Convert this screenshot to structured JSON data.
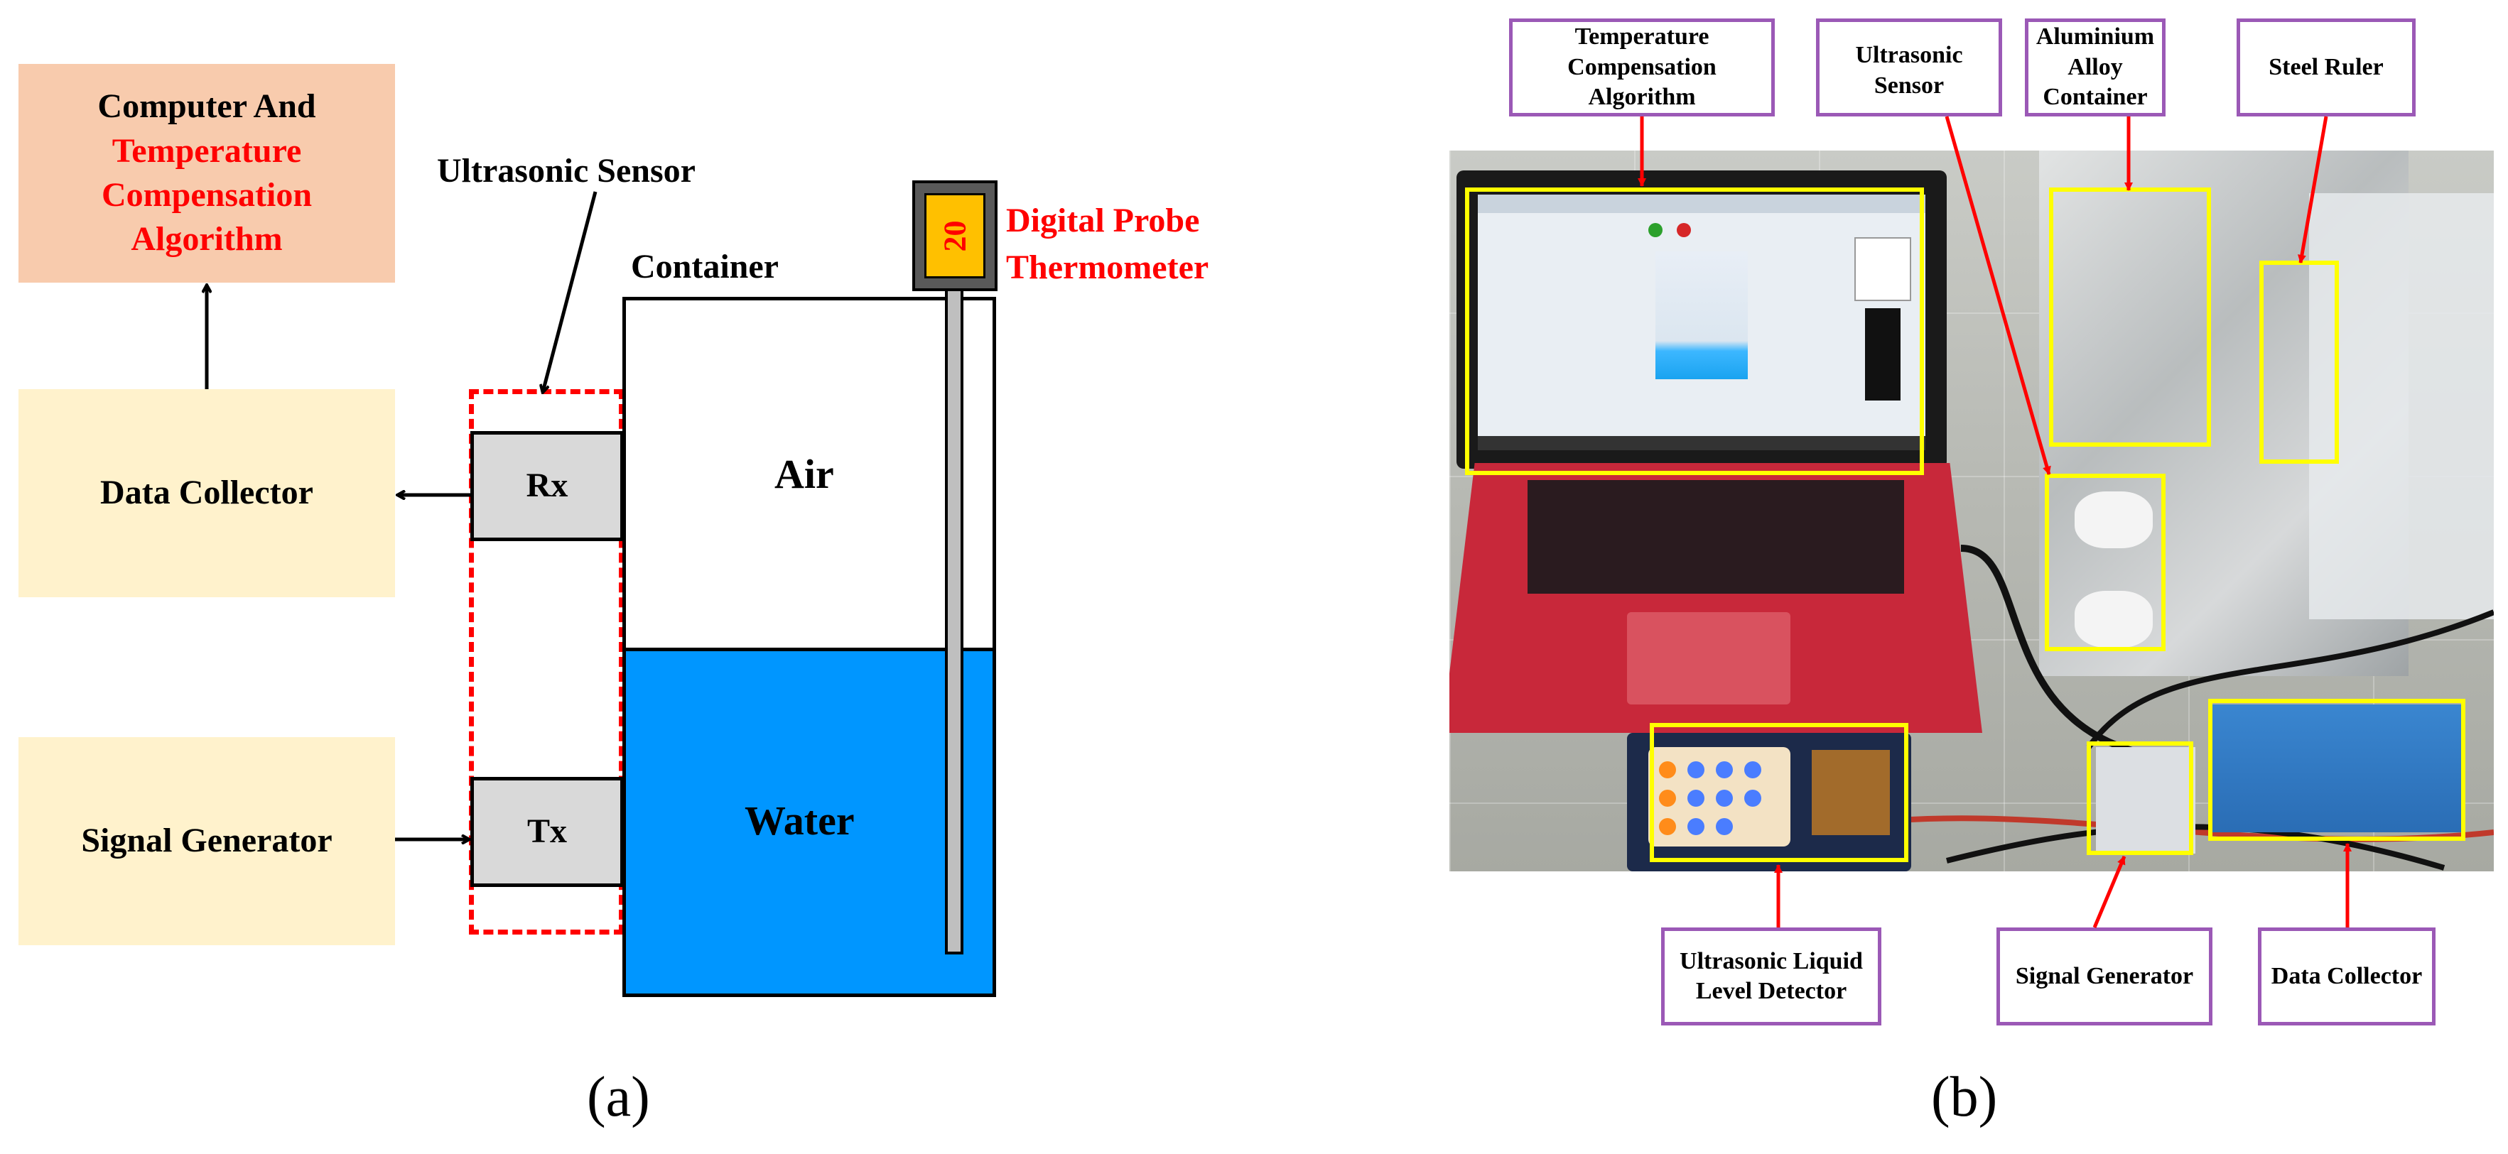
{
  "panel_a": {
    "label": "(a)",
    "computer_box": {
      "line1": "Computer And",
      "line2": "Temperature",
      "line3": "Compensation",
      "line4": "Algorithm"
    },
    "data_collector": "Data Collector",
    "signal_generator": "Signal Generator",
    "ultrasonic_sensor": "Ultrasonic Sensor",
    "container": "Container",
    "rx": "Rx",
    "tx": "Tx",
    "air": "Air",
    "water": "Water",
    "thermometer_reading": "20",
    "thermometer_label_1": "Digital Probe",
    "thermometer_label_2": "Thermometer",
    "colors": {
      "beige": "#fff2cc",
      "orange": "#f8cbad",
      "water": "#0096ff",
      "sensor_dash": "#ff0000",
      "accent_text": "#ff0000"
    }
  },
  "panel_b": {
    "label": "(b)",
    "callouts": {
      "temp_algo": [
        "Temperature",
        "Compensation",
        "Algorithm"
      ],
      "ultrasonic_sensor": [
        "Ultrasonic",
        "Sensor"
      ],
      "aluminium": [
        "Aluminium",
        "Alloy",
        "Container"
      ],
      "steel_ruler": [
        "Steel Ruler"
      ],
      "level_detector": [
        "Ultrasonic Liquid",
        "Level Detector"
      ],
      "signal_generator": [
        "Signal Generator"
      ],
      "data_collector": [
        "Data Collector"
      ]
    },
    "colors": {
      "callout_border": "#9b59b6",
      "highlight": "#ffff00",
      "arrow": "#ff0000"
    }
  }
}
